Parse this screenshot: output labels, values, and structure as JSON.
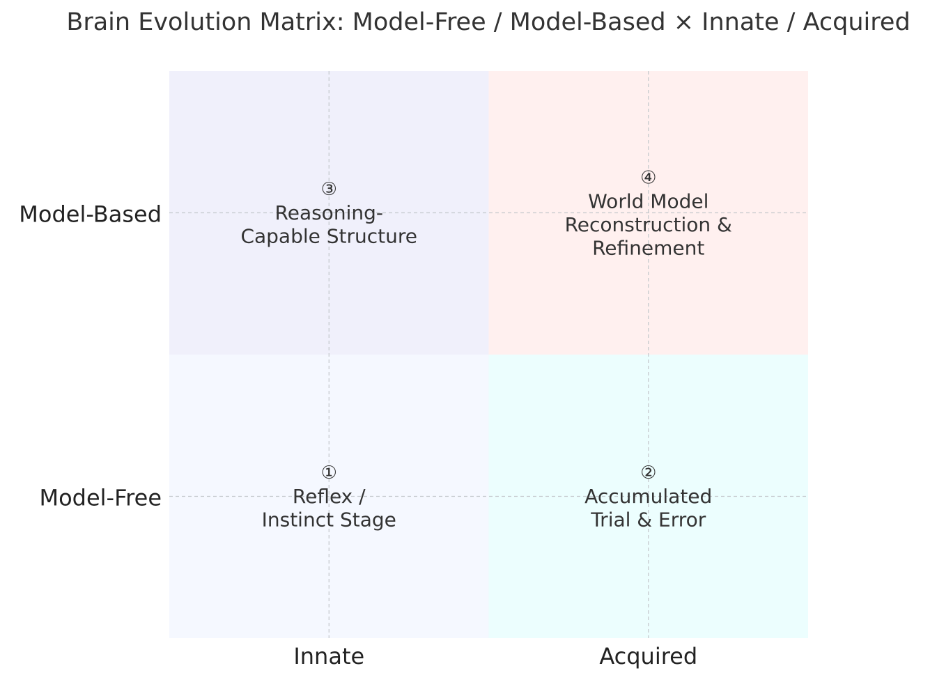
{
  "chart_data": {
    "type": "heatmap",
    "title": "Brain Evolution Matrix: Model-Free / Model-Based × Innate / Acquired",
    "x_categories": [
      "Innate",
      "Acquired"
    ],
    "y_categories": [
      "Model-Free",
      "Model-Based"
    ],
    "cells": [
      {
        "x": "Innate",
        "y": "Model-Free",
        "marker": "①",
        "lines": [
          "Reflex /",
          "Instinct Stage"
        ],
        "color": "#f5f8ff"
      },
      {
        "x": "Acquired",
        "y": "Model-Free",
        "marker": "②",
        "lines": [
          "Accumulated",
          "Trial & Error"
        ],
        "color": "#ecfefe"
      },
      {
        "x": "Innate",
        "y": "Model-Based",
        "marker": "③",
        "lines": [
          "Reasoning-",
          "Capable Structure"
        ],
        "color": "#f0f0fb"
      },
      {
        "x": "Acquired",
        "y": "Model-Based",
        "marker": "④",
        "lines": [
          "World Model",
          "Reconstruction &",
          "Refinement"
        ],
        "color": "#fff0ef"
      }
    ],
    "grid": true,
    "grid_color": "#c4c8cc"
  }
}
